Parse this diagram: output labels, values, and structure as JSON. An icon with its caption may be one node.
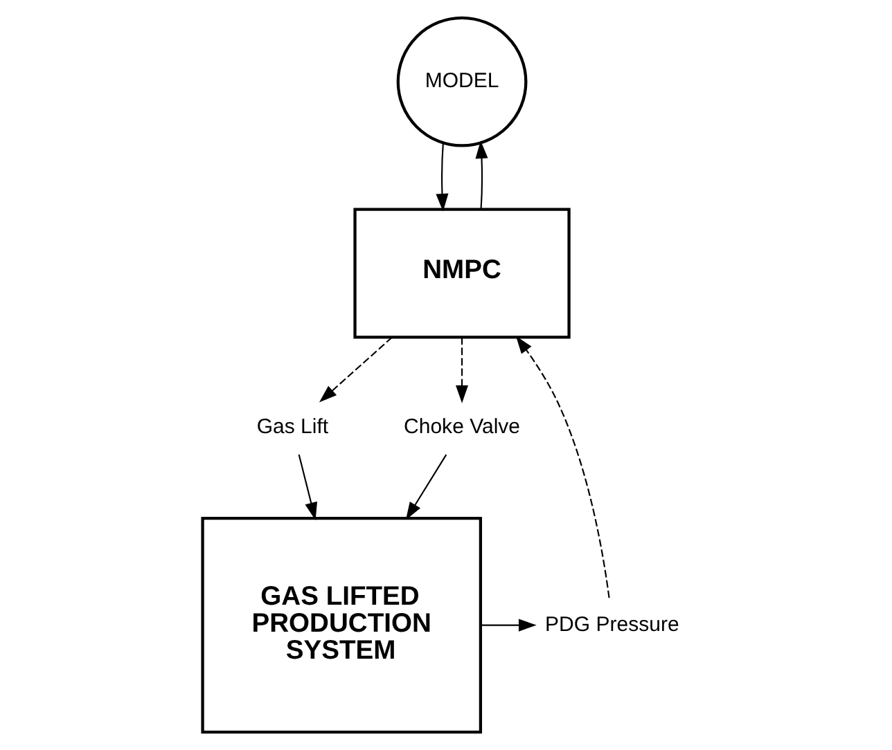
{
  "diagram": {
    "nodes": [
      {
        "text": [
          "MODEL"
        ]
      },
      {
        "text": [
          "NMPC"
        ]
      },
      {
        "text": [
          "GAS LIFTED PRODUCTION SYSTEM"
        ]
      },
      {
        "text": [
          "Gas Lift"
        ]
      },
      {
        "text": [
          "Choke Valve"
        ]
      },
      {
        "text": [
          "PDG Pressure"
        ]
      }
    ],
    "edges": [
      {
        "from": 0,
        "to": 1,
        "arrow": "to"
      },
      {
        "from": 1,
        "to": 0,
        "arrow": "to"
      },
      {
        "from": 1,
        "to": 3,
        "arrow": "to",
        "style": "dashed"
      },
      {
        "from": 1,
        "to": 4,
        "arrow": "to",
        "style": "dashed"
      },
      {
        "from": 3,
        "to": 2,
        "arrow": "to"
      },
      {
        "from": 4,
        "to": 2,
        "arrow": "to"
      },
      {
        "from": 2,
        "to": 5,
        "arrow": "to"
      },
      {
        "from": 5,
        "to": 1,
        "arrow": "to",
        "style": "dashed"
      }
    ]
  }
}
